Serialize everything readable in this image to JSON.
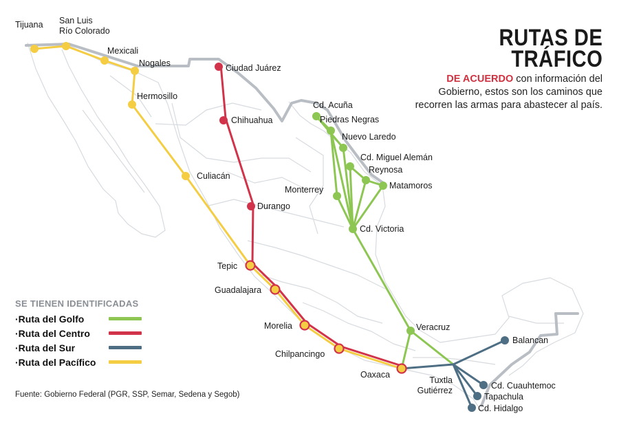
{
  "title": {
    "line1": "RUTAS DE",
    "line2": "TRÁFICO"
  },
  "description": {
    "highlight": "DE ACUERDO",
    "text": " con información del Gobierno, estos son los caminos que recorren las armas para abastecer al país."
  },
  "legend": {
    "title": "SE TIENEN IDENTIFICADAS",
    "items": [
      {
        "label": "·Ruta del Golfo",
        "color": "#8dc653"
      },
      {
        "label": "·Ruta del Centro",
        "color": "#d1344a"
      },
      {
        "label": "·Ruta del Sur",
        "color": "#4e6e84"
      },
      {
        "label": "·Ruta del Pacífico",
        "color": "#f4cd43"
      }
    ]
  },
  "source": "Fuente: Gobierno Federal (PGR, SSP, Semar, Sedena y Segob)",
  "colors": {
    "golfo": "#8dc653",
    "centro": "#d1344a",
    "sur": "#4e6e84",
    "pacifico": "#f4cd43",
    "land_outline": "#d7dbdf",
    "border": "#b9bec4"
  },
  "cities": {
    "tijuana": "Tijuana",
    "san_luis": "San Luis\nRío Colorado",
    "mexicali": "Mexicali",
    "nogales": "Nogales",
    "hermosillo": "Hermosillo",
    "culiacan": "Culiacán",
    "ciudad_juarez": "Ciudad Juárez",
    "chihuahua": "Chihuahua",
    "durango": "Durango",
    "tepic": "Tepic",
    "guadalajara": "Guadalajara",
    "morelia": "Morelia",
    "chilpancingo": "Chilpancingo",
    "oaxaca": "Oaxaca",
    "cd_acuna": "Cd. Acuña",
    "piedras_negras": "Piedras Negras",
    "nuevo_laredo": "Nuevo Laredo",
    "cd_miguel_aleman": "Cd. Miguel Alemán",
    "reynosa": "Reynosa",
    "matamoros": "Matamoros",
    "monterrey": "Monterrey",
    "cd_victoria": "Cd. Victoria",
    "veracruz": "Veracruz",
    "balancan": "Balancan",
    "tuxtla": "Tuxtla\nGutiérrez",
    "cd_cuauhtemoc": "Cd. Cuauhtemoc",
    "tapachula": "Tapachula",
    "cd_hidalgo": "Cd. Hidalgo"
  }
}
